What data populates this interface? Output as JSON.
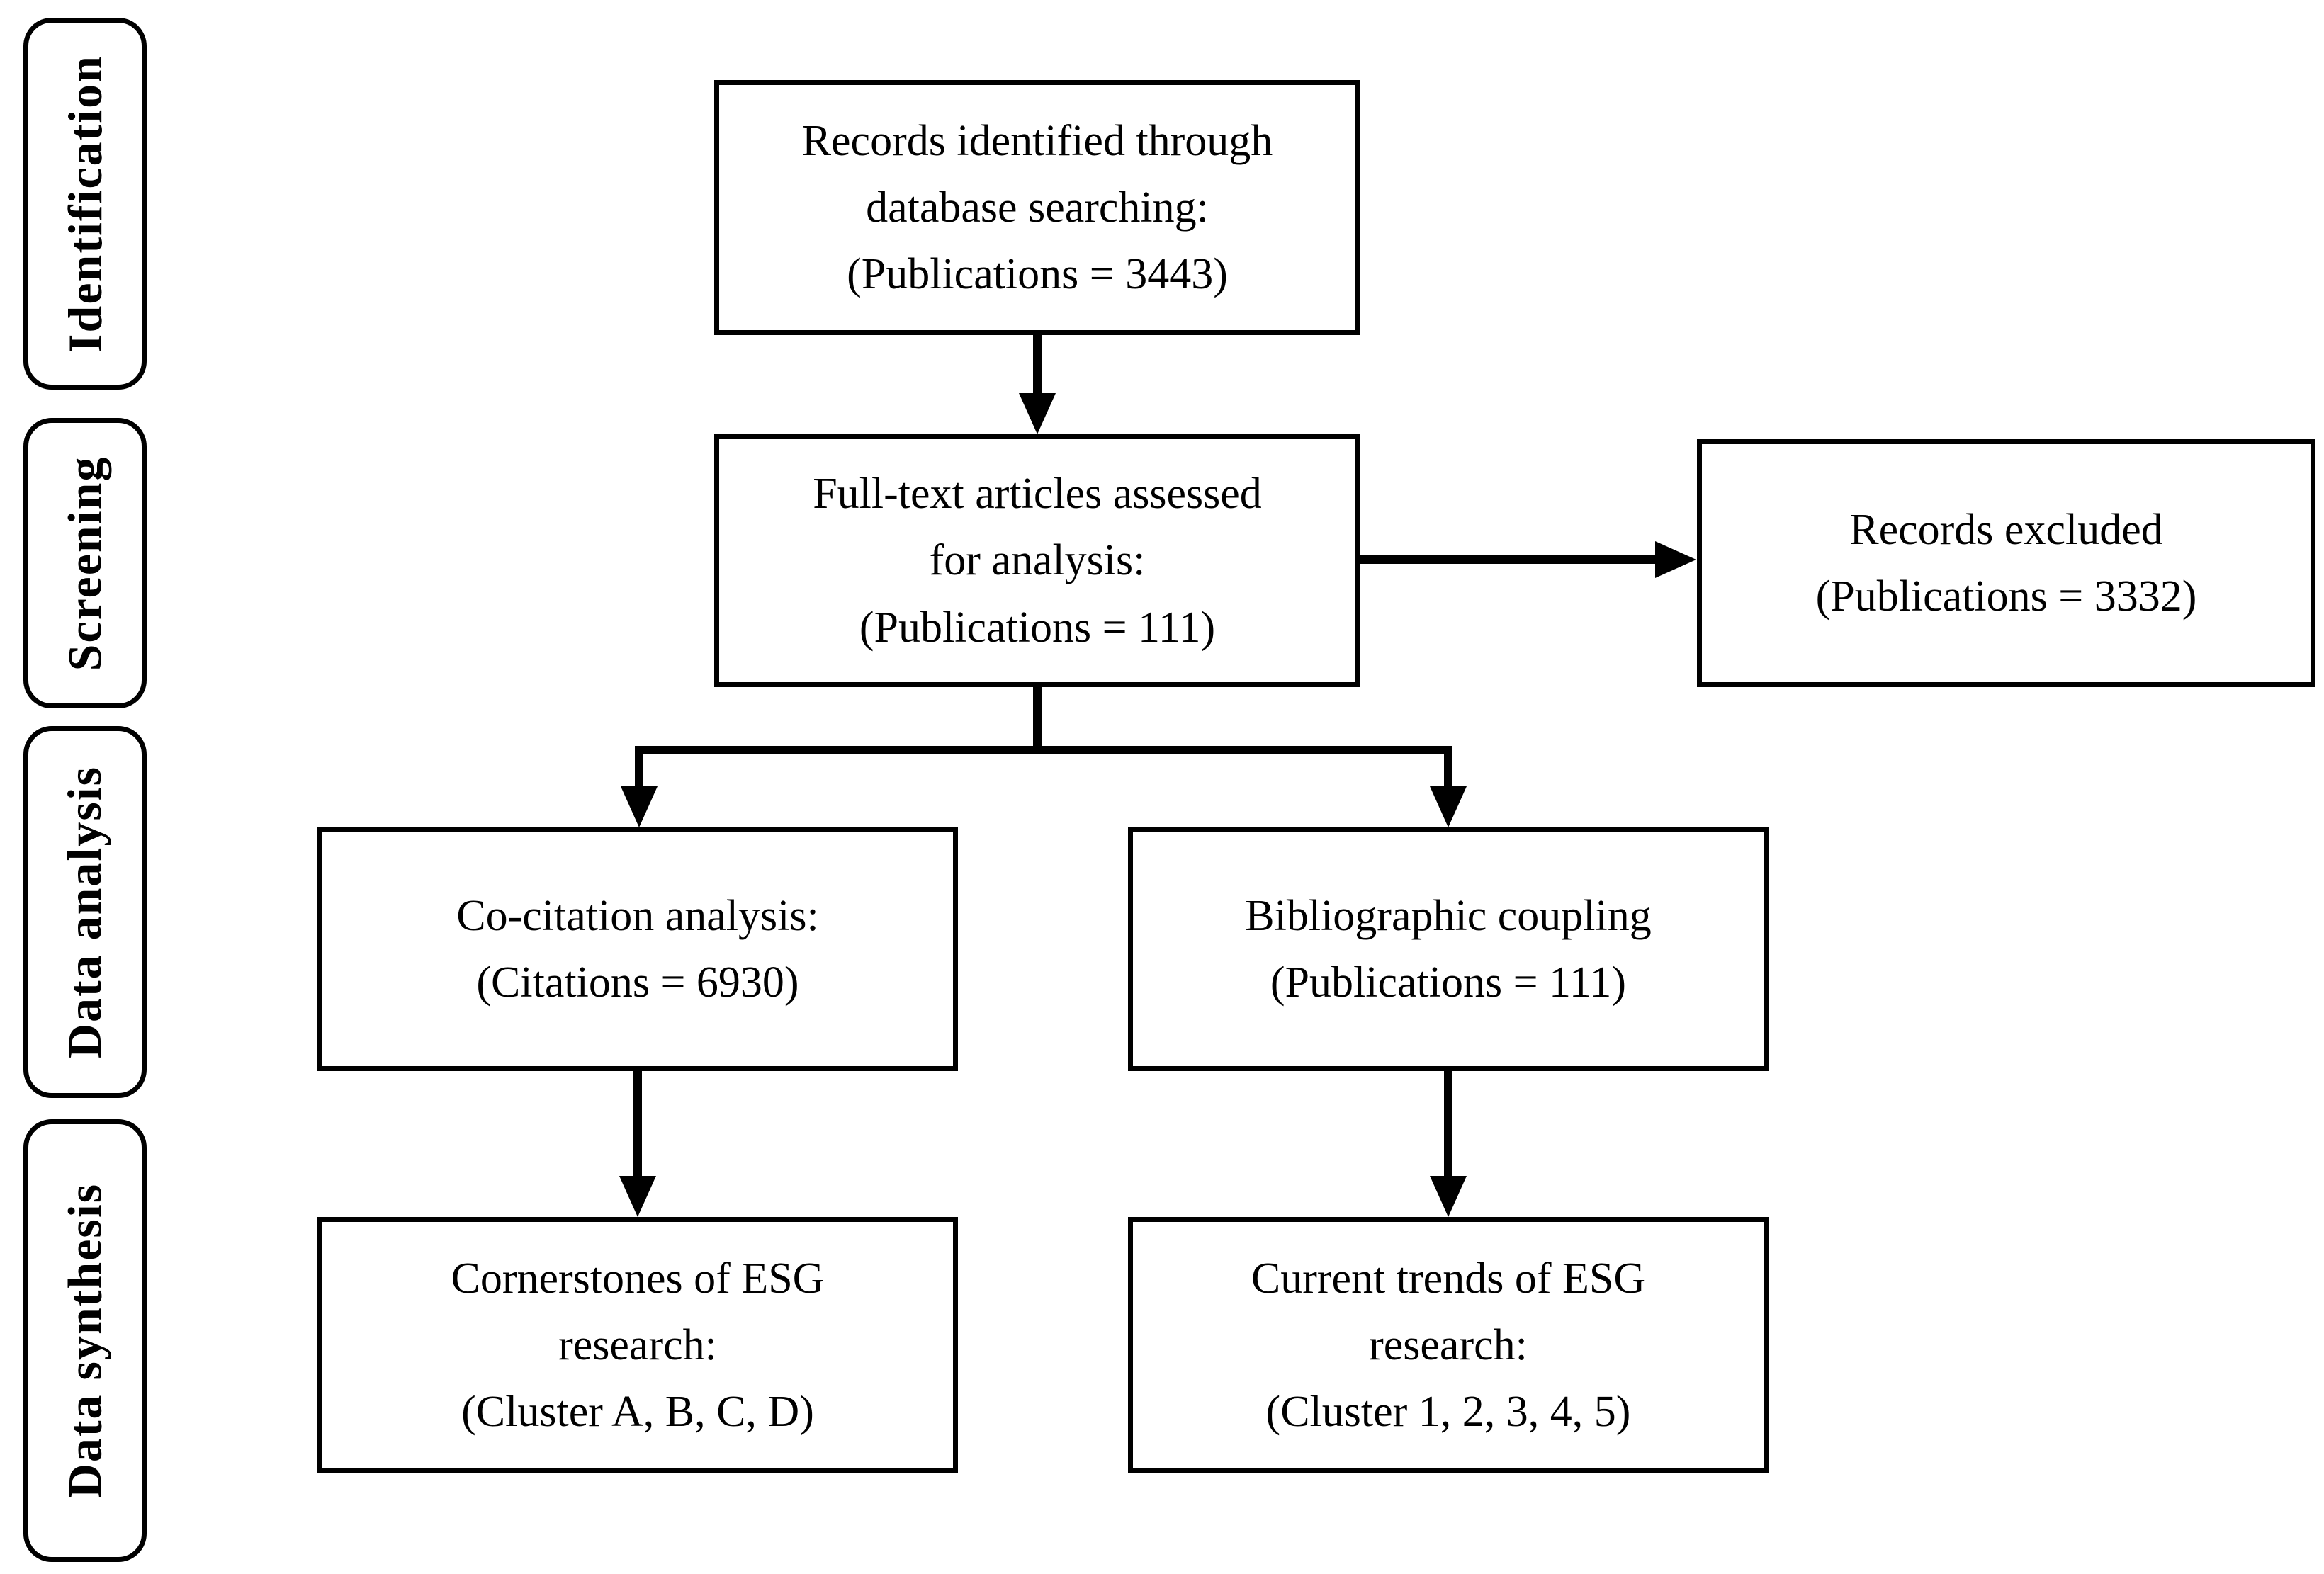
{
  "diagram": {
    "colors": {
      "line": "#000000",
      "background": "#ffffff",
      "text": "#000000"
    },
    "stages": [
      {
        "label": "Identification"
      },
      {
        "label": "Screening"
      },
      {
        "label": "Data analysis"
      },
      {
        "label": "Data synthesis"
      }
    ],
    "boxes": {
      "records_identified": {
        "lines": [
          "Records identified through",
          "database searching:",
          "(Publications = 3443)"
        ]
      },
      "fulltext_assessed": {
        "lines": [
          "Full-text articles assessed",
          "for analysis:",
          "(Publications = 111)"
        ]
      },
      "records_excluded": {
        "lines": [
          "Records excluded",
          "(Publications = 3332)"
        ]
      },
      "cocitation_analysis": {
        "lines": [
          "Co-citation analysis:",
          "(Citations = 6930)"
        ]
      },
      "bibliographic_coupling": {
        "lines": [
          "Bibliographic coupling",
          "(Publications = 111)"
        ]
      },
      "cornerstones": {
        "lines": [
          "Cornerstones of ESG",
          "research:",
          "(Cluster A, B, C, D)"
        ]
      },
      "current_trends": {
        "lines": [
          "Current trends of ESG",
          "research:",
          "(Cluster 1, 2, 3, 4, 5)"
        ]
      }
    }
  }
}
